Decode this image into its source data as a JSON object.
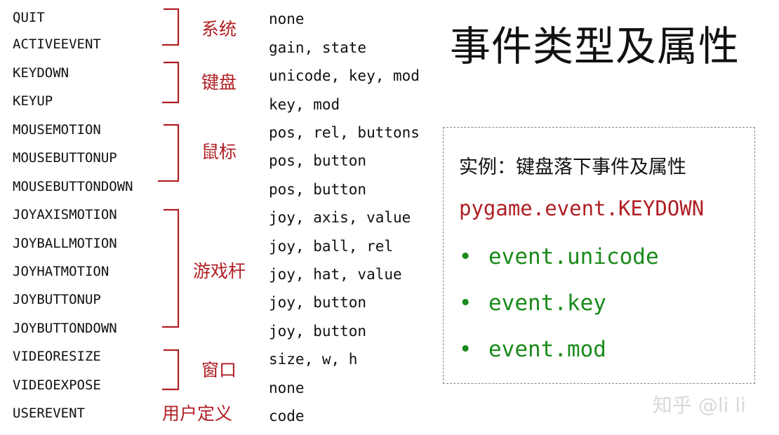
{
  "title": "事件类型及属性",
  "events": [
    {
      "name": "QUIT",
      "attrs": "none"
    },
    {
      "name": "ACTIVEEVENT",
      "attrs": "gain, state"
    },
    {
      "name": "KEYDOWN",
      "attrs": "unicode, key, mod"
    },
    {
      "name": "KEYUP",
      "attrs": "key, mod"
    },
    {
      "name": "MOUSEMOTION",
      "attrs": "pos, rel, buttons"
    },
    {
      "name": "MOUSEBUTTONUP",
      "attrs": "pos, button"
    },
    {
      "name": "MOUSEBUTTONDOWN",
      "attrs": "pos, button"
    },
    {
      "name": "JOYAXISMOTION",
      "attrs": "joy, axis, value"
    },
    {
      "name": "JOYBALLMOTION",
      "attrs": "joy, ball, rel"
    },
    {
      "name": "JOYHATMOTION",
      "attrs": "joy, hat, value"
    },
    {
      "name": "JOYBUTTONUP",
      "attrs": "joy, button"
    },
    {
      "name": "JOYBUTTONDOWN",
      "attrs": "joy, button"
    },
    {
      "name": "VIDEORESIZE",
      "attrs": "size, w, h"
    },
    {
      "name": "VIDEOEXPOSE",
      "attrs": "none"
    },
    {
      "name": "USEREVENT",
      "attrs": "code"
    }
  ],
  "categories": {
    "system": "系统",
    "keyboard": "键盘",
    "mouse": "鼠标",
    "joystick": "游戏杆",
    "window": "窗口",
    "user": "用户定义"
  },
  "example": {
    "heading": "实例：键盘落下事件及属性",
    "code": "pygame.event.KEYDOWN",
    "items": [
      "event.unicode",
      "event.key",
      "event.mod"
    ],
    "bullet": "•"
  },
  "watermark": "知乎 @li li",
  "colors": {
    "category": "#b01f24",
    "code": "#b01f24",
    "items": "#1a8a1a",
    "box_border": "#888888",
    "watermark": "#d8d8d8"
  }
}
